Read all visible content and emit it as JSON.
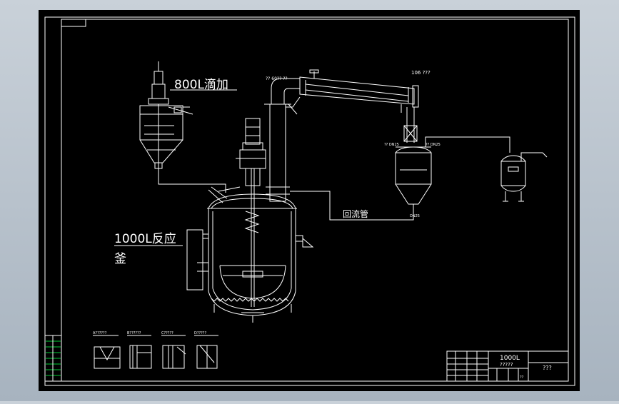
{
  "colors": {
    "background": "#b9c3cd",
    "paper": "#000000",
    "line": "#ffffff",
    "accent_green": "#00cc33",
    "accent_yellow": "#e6e600"
  },
  "labels": {
    "tank_800": "800L滴加",
    "reactor_line1": "1000L反应",
    "reactor_line2": "釜",
    "return_pipe": "回流管",
    "top_elbow": "?? 60?? ??",
    "condenser_tag": "106 ???",
    "receiver_left": "?? DN25",
    "receiver_right": "?? DN25",
    "receiver_bottom": "DN25",
    "detail_a": "A??????",
    "detail_b": "B??????",
    "detail_c": "C?????",
    "detail_d": "D?????"
  },
  "title_block": {
    "title": "1000L",
    "subtitle": "?????",
    "code": "???",
    "scale_label": "??"
  }
}
